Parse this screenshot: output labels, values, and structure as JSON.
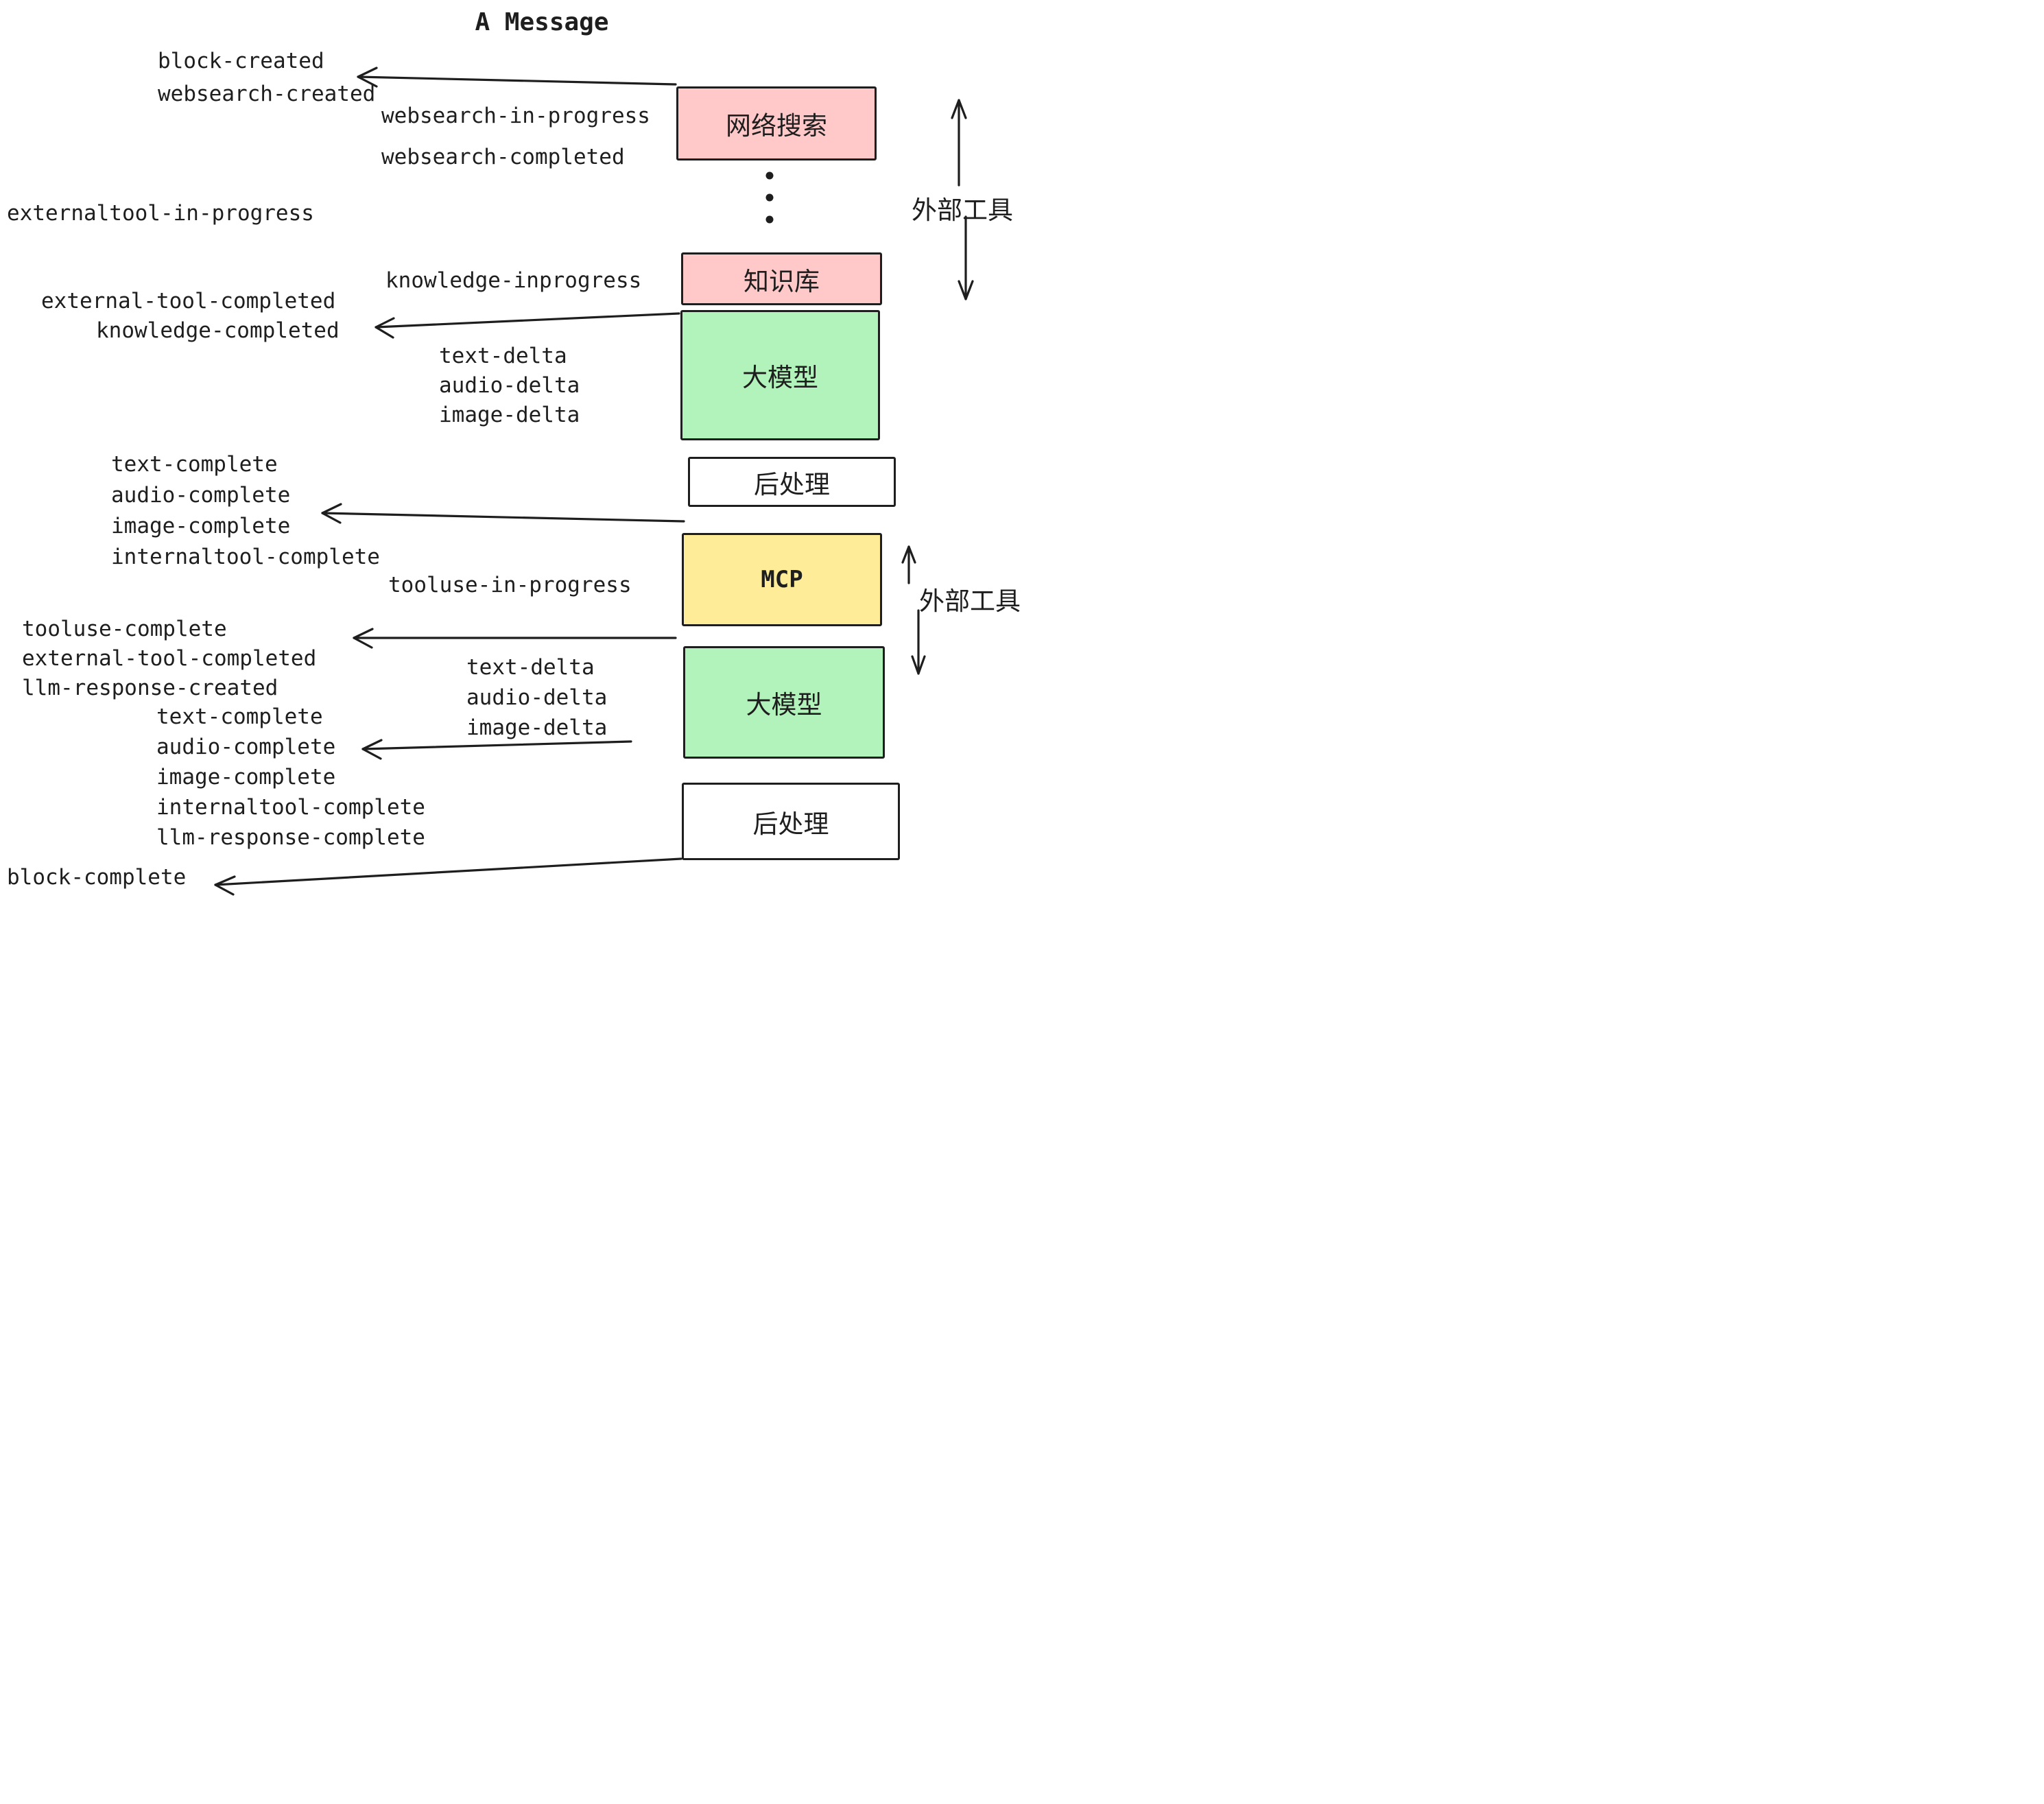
{
  "title": "A Message",
  "colors": {
    "ink": "#1e1e1e",
    "external_tool_box": "#ffc9c9",
    "llm_box": "#b2f2bb",
    "mcp_box": "#ffec99",
    "postprocess_box": "#ffffff",
    "background": "#ffffff"
  },
  "events": [
    {
      "text": "block-created"
    },
    {
      "text": "websearch-created"
    },
    {
      "text": "websearch-in-progress"
    },
    {
      "text": "websearch-completed"
    },
    {
      "text": "externaltool-in-progress"
    },
    {
      "text": "knowledge-inprogress"
    },
    {
      "text": "external-tool-completed"
    },
    {
      "text": "knowledge-completed"
    },
    {
      "text": "text-delta"
    },
    {
      "text": "audio-delta"
    },
    {
      "text": "image-delta"
    },
    {
      "text": "text-complete"
    },
    {
      "text": "audio-complete"
    },
    {
      "text": "image-complete"
    },
    {
      "text": "internaltool-complete"
    },
    {
      "text": "tooluse-in-progress"
    },
    {
      "text": "tooluse-complete"
    },
    {
      "text": "external-tool-completed"
    },
    {
      "text": "llm-response-created"
    },
    {
      "text": "text-delta"
    },
    {
      "text": "audio-delta"
    },
    {
      "text": "image-delta"
    },
    {
      "text": "text-complete"
    },
    {
      "text": "audio-complete"
    },
    {
      "text": "image-complete"
    },
    {
      "text": "internaltool-complete"
    },
    {
      "text": "llm-response-complete"
    },
    {
      "text": "block-complete"
    }
  ],
  "boxes": [
    {
      "label": "网络搜索",
      "color": "#ffc9c9"
    },
    {
      "label": "知识库",
      "color": "#ffc9c9"
    },
    {
      "label": "大模型",
      "color": "#b2f2bb"
    },
    {
      "label": "后处理",
      "color": "#ffffff"
    },
    {
      "label": "MCP",
      "color": "#ffec99"
    },
    {
      "label": "大模型",
      "color": "#b2f2bb"
    },
    {
      "label": "后处理",
      "color": "#ffffff"
    }
  ],
  "side_labels": [
    {
      "text": "外部工具"
    },
    {
      "text": "外部工具"
    }
  ]
}
